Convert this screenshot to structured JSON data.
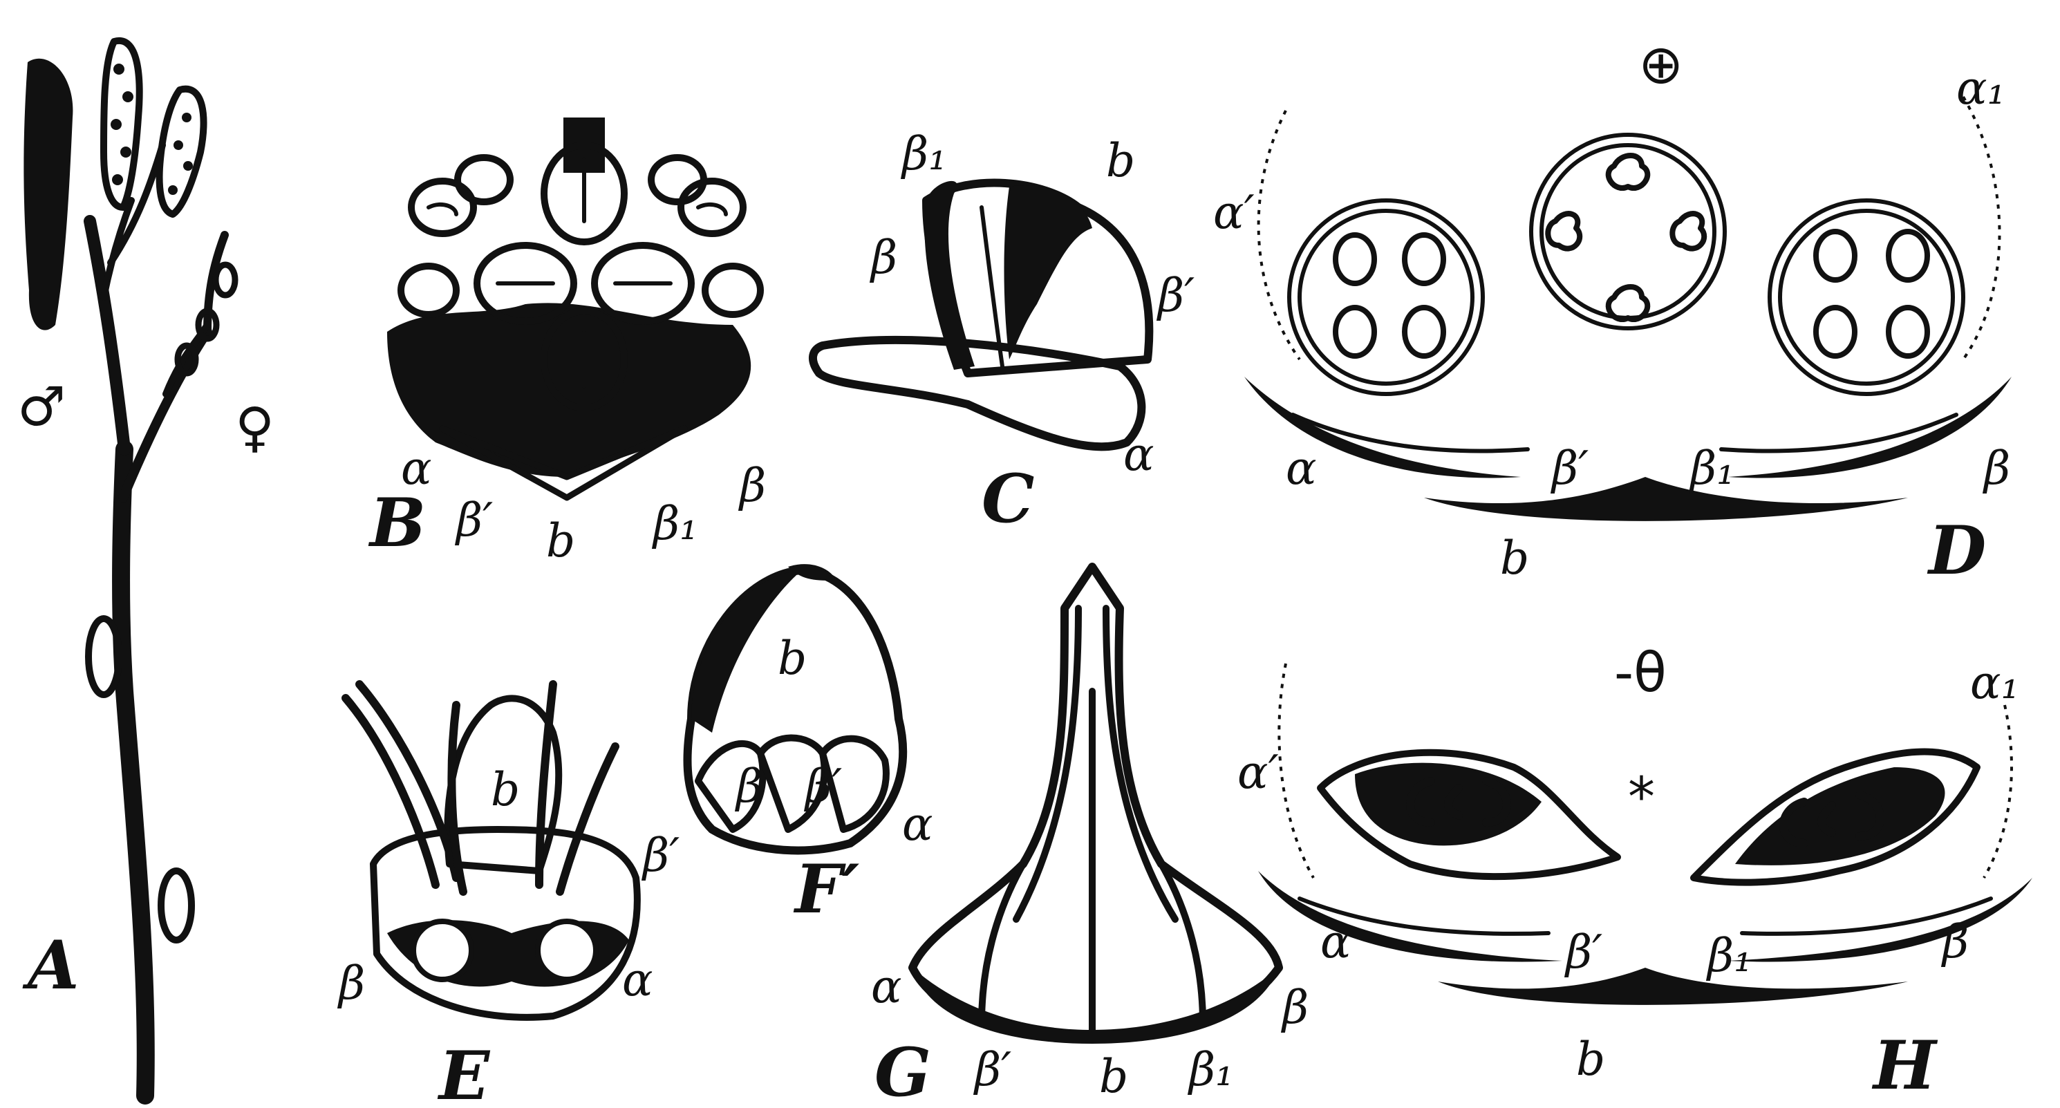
{
  "figures": {
    "A": {
      "label": "A",
      "male_symbol": "♂",
      "female_symbol": "♀"
    },
    "B": {
      "label": "B",
      "parts": {
        "alpha": "α",
        "beta_prime": "β′",
        "b": "b",
        "beta_1": "β₁",
        "beta": "β"
      }
    },
    "C": {
      "label": "C",
      "parts": {
        "beta_1": "β₁",
        "b": "b",
        "beta": "β",
        "beta_prime": "β′",
        "alpha": "α"
      }
    },
    "D": {
      "label": "D",
      "top_symbol": "⊕",
      "parts": {
        "alpha_prime": "α′",
        "alpha_1": "α₁",
        "alpha": "α",
        "beta_prime": "β′",
        "beta_1": "β₁",
        "beta": "β",
        "b": "b"
      }
    },
    "E": {
      "label": "E",
      "parts": {
        "b": "b",
        "beta_prime": "β′",
        "beta": "β",
        "alpha": "α"
      }
    },
    "F": {
      "label": "F′",
      "parts": {
        "b": "b",
        "beta": "β",
        "beta_prime": "β′",
        "alpha": "α"
      }
    },
    "G": {
      "label": "G",
      "parts": {
        "alpha": "α",
        "beta_prime": "β′",
        "b": "b",
        "beta_1": "β₁",
        "beta": "β"
      }
    },
    "H": {
      "label": "H",
      "top_symbol": "-θ",
      "star": "*",
      "parts": {
        "alpha_prime": "α′",
        "alpha_1": "α₁",
        "alpha": "α",
        "beta_prime": "β′",
        "beta_1": "β₁",
        "beta": "β",
        "b": "b"
      }
    }
  },
  "colors": {
    "ink": "#111111",
    "paper": "#ffffff"
  }
}
